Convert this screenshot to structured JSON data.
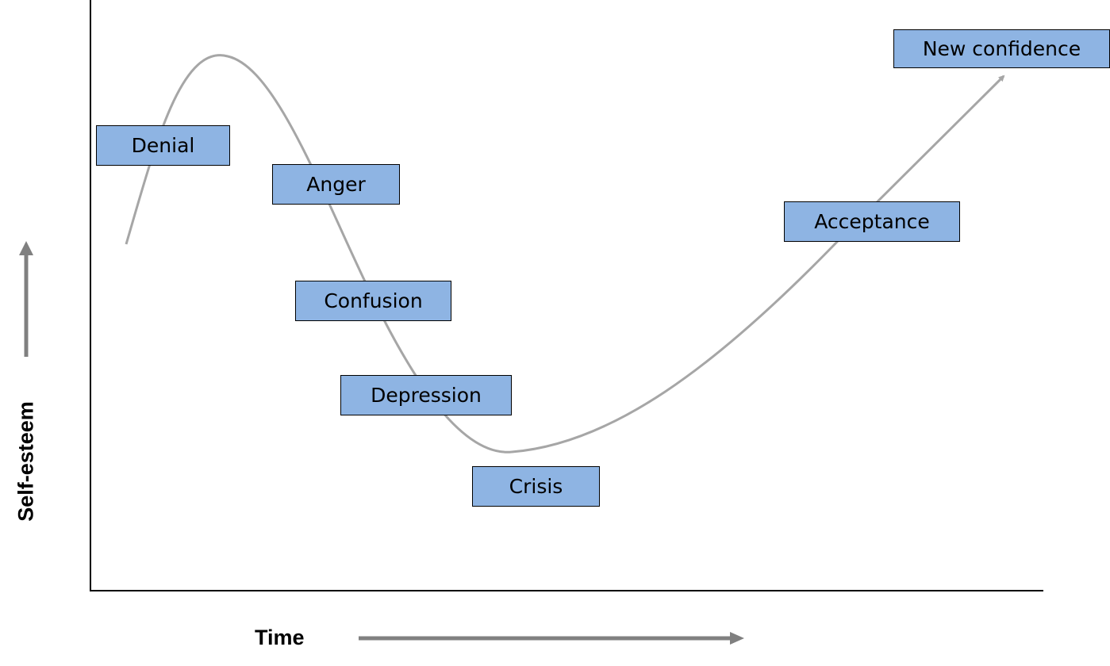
{
  "axes": {
    "x_label": "Time",
    "y_label": "Self-esteem"
  },
  "stages": [
    "Denial",
    "Anger",
    "Confusion",
    "Depression",
    "Crisis",
    "Acceptance",
    "New confidence"
  ],
  "colors": {
    "box_fill": "#8eb4e3",
    "curve": "#a6a6a6",
    "axis_arrow": "#808080",
    "axis": "#000000"
  }
}
